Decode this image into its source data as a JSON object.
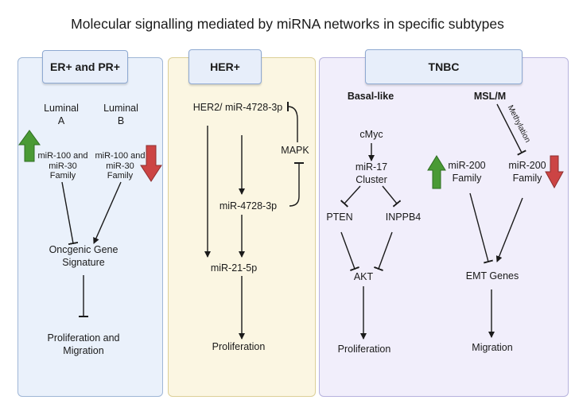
{
  "title": "Molecular signalling mediated by miRNA networks in specific subtypes",
  "colors": {
    "up_arrow": "#4a9a35",
    "down_arrow": "#cc4444",
    "er_panel": "#eaf1fb",
    "her_panel": "#fbf6e2",
    "tnbc_panel": "#f1eefb"
  },
  "er": {
    "header": "ER+ and PR+",
    "luminal_a": "Luminal\nA",
    "luminal_b": "Luminal\nB",
    "mir_a": "miR-100 and\nmiR-30\nFamily",
    "mir_b": "miR-100 and\nmiR-30\nFamily",
    "gene": "Oncgenic Gene\nSignature",
    "outcome": "Proliferation and\nMigration"
  },
  "her": {
    "header": "HER+",
    "top": "HER2/ miR-4728-3p",
    "mapk": "MAPK",
    "mid": "miR-4728-3p",
    "mir21": "miR-21-5p",
    "outcome": "Proliferation"
  },
  "tnbc": {
    "header": "TNBC",
    "basal": "Basal-like",
    "msl": "MSL/M",
    "cmyc": "cMyc",
    "mir17": "miR-17\nCluster",
    "pten": "PTEN",
    "inppb4": "INPPB4",
    "akt": "AKT",
    "outcome_basal": "Proliferation",
    "methylation": "Methylation",
    "mir200_left": "miR-200\nFamily",
    "mir200_right": "miR-200\nFamily",
    "emt": "EMT Genes",
    "outcome_msl": "Migration"
  }
}
